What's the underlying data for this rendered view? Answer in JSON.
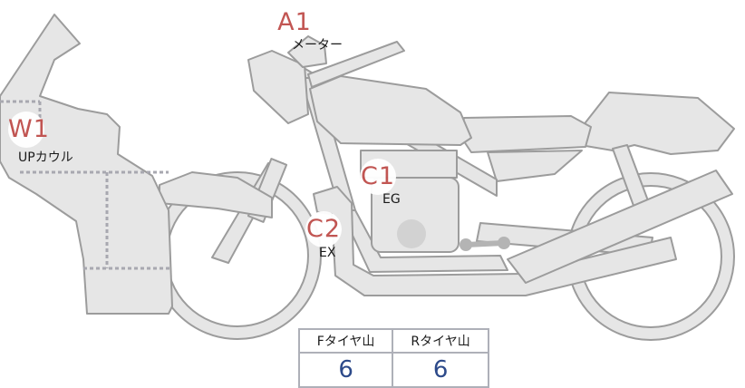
{
  "markers": {
    "A1": {
      "code": "A1",
      "label": "メーター"
    },
    "W1": {
      "code": "W1",
      "label": "UPカウル"
    },
    "C1": {
      "code": "C1",
      "label": "EG"
    },
    "C2": {
      "code": "C2",
      "label": "EX"
    }
  },
  "tread_table": {
    "headers": [
      "Fタイヤ山",
      "Rタイヤ山"
    ],
    "values": [
      "6",
      "6"
    ]
  },
  "colors": {
    "marker_text": "#c0504d",
    "value_text": "#2d4a8a",
    "part_fill": "#e6e6e6",
    "part_stroke": "#9c9c9c",
    "dotted_line": "#a8a8b0"
  }
}
